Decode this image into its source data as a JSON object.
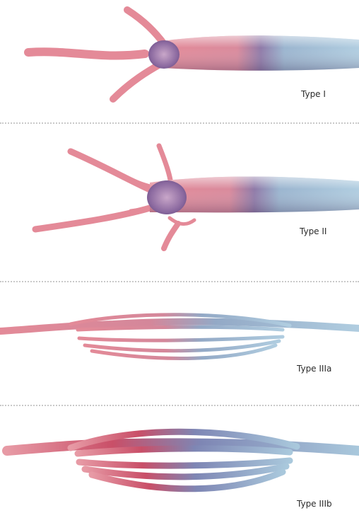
{
  "panels": [
    {
      "id": "type-1",
      "label": "Type I"
    },
    {
      "id": "type-2",
      "label": "Type II"
    },
    {
      "id": "type-3a",
      "label": "Type IIIa"
    },
    {
      "id": "type-3b",
      "label": "Type IIIb"
    }
  ],
  "colors": {
    "artery": "#e48a98",
    "artery_dark": "#b84b5e",
    "vein": "#a9c6d8",
    "vein_dark": "#6f8fb0",
    "nidus": "#8a6d9e",
    "outline": "#c9a46a",
    "divider": "#c9c9c9"
  }
}
